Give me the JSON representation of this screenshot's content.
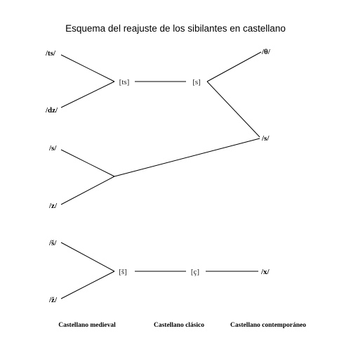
{
  "title": "Esquema del reajuste de los sibilantes en castellano",
  "nodes": {
    "ts_med": "/ts/",
    "dz_med": "/dz/",
    "s_med": "/s/",
    "z_med": "/z/",
    "sh_med": "/š/",
    "zh_med": "/ž/",
    "ts_mid": "[ts]",
    "s_clas": "[s]",
    "theta": "/θ/",
    "s_mod": "/s/",
    "sh_mid": "[š]",
    "c_clas": "[ç]",
    "x_mod": "/x/"
  },
  "columns": {
    "medieval": "Castellano medieval",
    "clasico": "Castellano clásico",
    "contemporaneo": "Castellano contemporáneo"
  }
}
